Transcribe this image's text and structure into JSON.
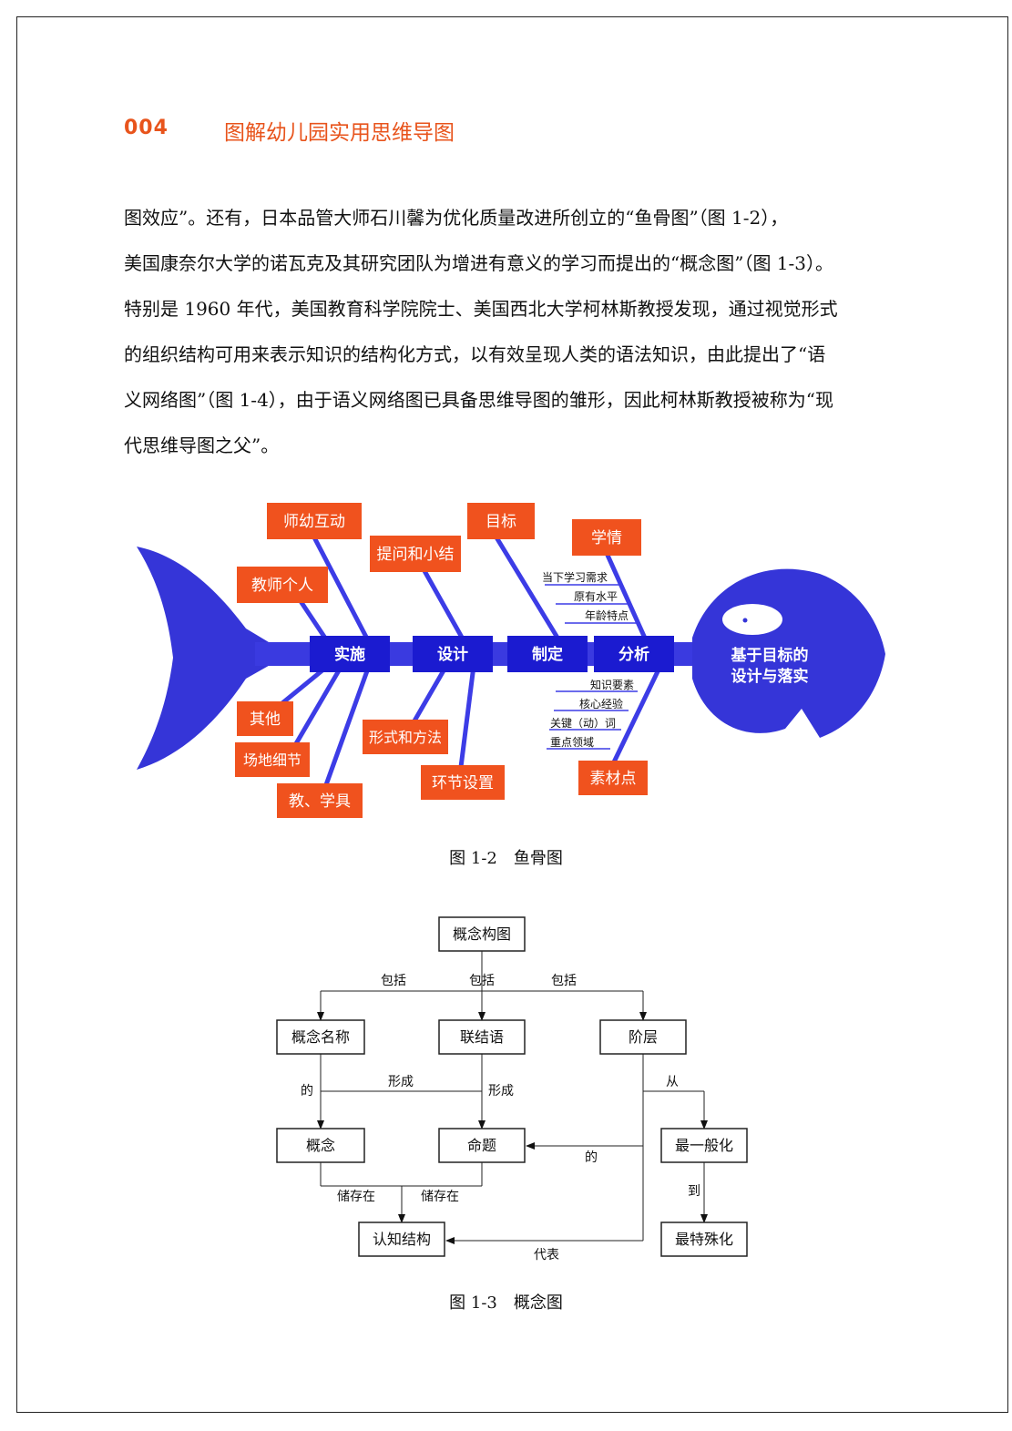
{
  "header": {
    "page_number": "004",
    "title": "图解幼儿园实用思维导图"
  },
  "body_lines": [
    "图效应”。还有，日本品管大师石川馨为优化质量改进所创立的“鱼骨图”（图 1-2），",
    "美国康奈尔大学的诺瓦克及其研究团队为增进有意义的学习而提出的“概念图”（图 1-3）。",
    "特别是 1960 年代，美国教育科学院院士、美国西北大学柯林斯教授发现，通过视觉形式",
    "的组织结构可用来表示知识的结构化方式，以有效呈现人类的语法知识，由此提出了“语",
    "义网络图”（图 1-4），由于语义网络图已具备思维导图的雏形，因此柯林斯教授被称为“现",
    "代思维导图之父”。"
  ],
  "fishbone": {
    "colors": {
      "fish": "#3535d8",
      "orange": "#f0521e",
      "spine_box": "#1b1bd0",
      "line": "#3c3ce6"
    },
    "head_label": [
      "基于目标的",
      "设计与落实"
    ],
    "spine_boxes": [
      "实施",
      "设计",
      "制定",
      "分析"
    ],
    "top_boxes": [
      "师幼互动",
      "教师个人",
      "提问和小结",
      "目标",
      "学情"
    ],
    "bottom_boxes": [
      "其他",
      "场地细节",
      "教、学具",
      "形式和方法",
      "环节设置",
      "素材点"
    ],
    "top_sub_items": [
      "当下学习需求",
      "原有水平",
      "年龄特点"
    ],
    "bottom_sub_items": [
      "知识要素",
      "核心经验",
      "关键（动）词",
      "重点领域"
    ],
    "caption": "图 1-2　鱼骨图"
  },
  "concept_map": {
    "nodes": {
      "root": "概念构图",
      "concept_name": "概念名称",
      "linking_words": "联结语",
      "hierarchy": "阶层",
      "concept": "概念",
      "proposition": "命题",
      "most_general": "最一般化",
      "cognitive_structure": "认知结构",
      "most_specific": "最特殊化"
    },
    "edge_labels": {
      "include_1": "包括",
      "include_2": "包括",
      "include_3": "包括",
      "of_1": "的",
      "form_1": "形成",
      "form_2": "形成",
      "from": "从",
      "of_2": "的",
      "to": "到",
      "store_1": "储存在",
      "store_2": "储存在",
      "represent": "代表"
    },
    "caption": "图 1-3　概念图"
  }
}
